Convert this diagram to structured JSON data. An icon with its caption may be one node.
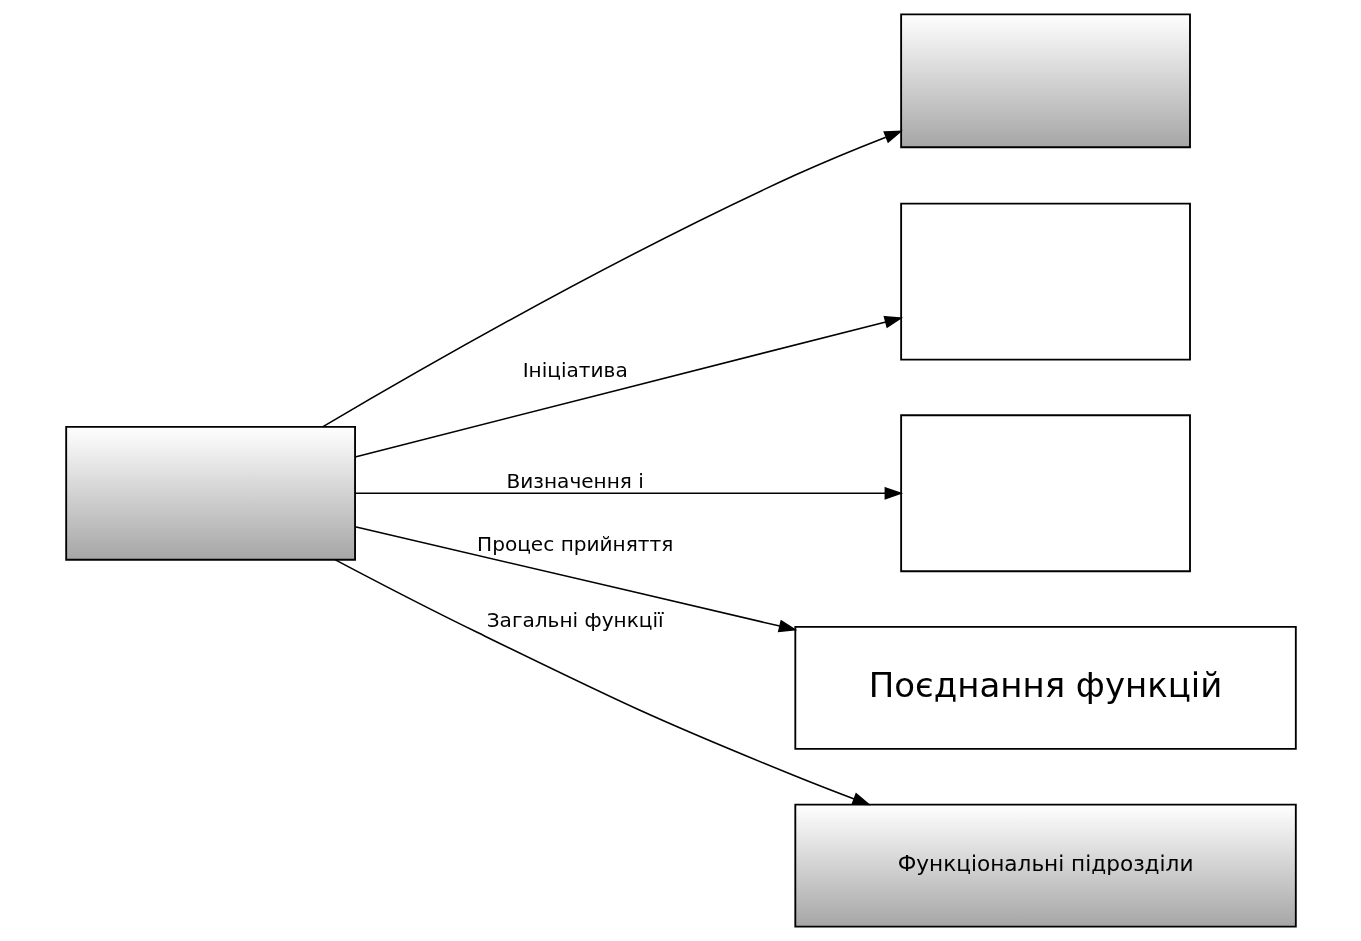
{
  "diagram": {
    "nodes": [
      {
        "text": [],
        "shape": "box"
      },
      {
        "text": [],
        "shape": "box"
      },
      {
        "text": [],
        "shape": "box"
      },
      {
        "text": [],
        "shape": "box"
      },
      {
        "text": [
          "Поєднання функцій"
        ]
      },
      {
        "text": [
          "Функціональні підрозділи"
        ]
      }
    ],
    "edges": [
      {
        "from": 0,
        "to": 1,
        "arrow": "to"
      },
      {
        "from": 0,
        "to": 2,
        "arrow": "to",
        "label": "Ініціатива"
      },
      {
        "from": 0,
        "to": 3,
        "arrow": "to",
        "label": "Визначення і"
      },
      {
        "from": 0,
        "to": 4,
        "arrow": "to",
        "label": "Процес прийняття"
      },
      {
        "from": 0,
        "to": 5,
        "arrow": "to",
        "label": "Загальні функції"
      }
    ]
  }
}
